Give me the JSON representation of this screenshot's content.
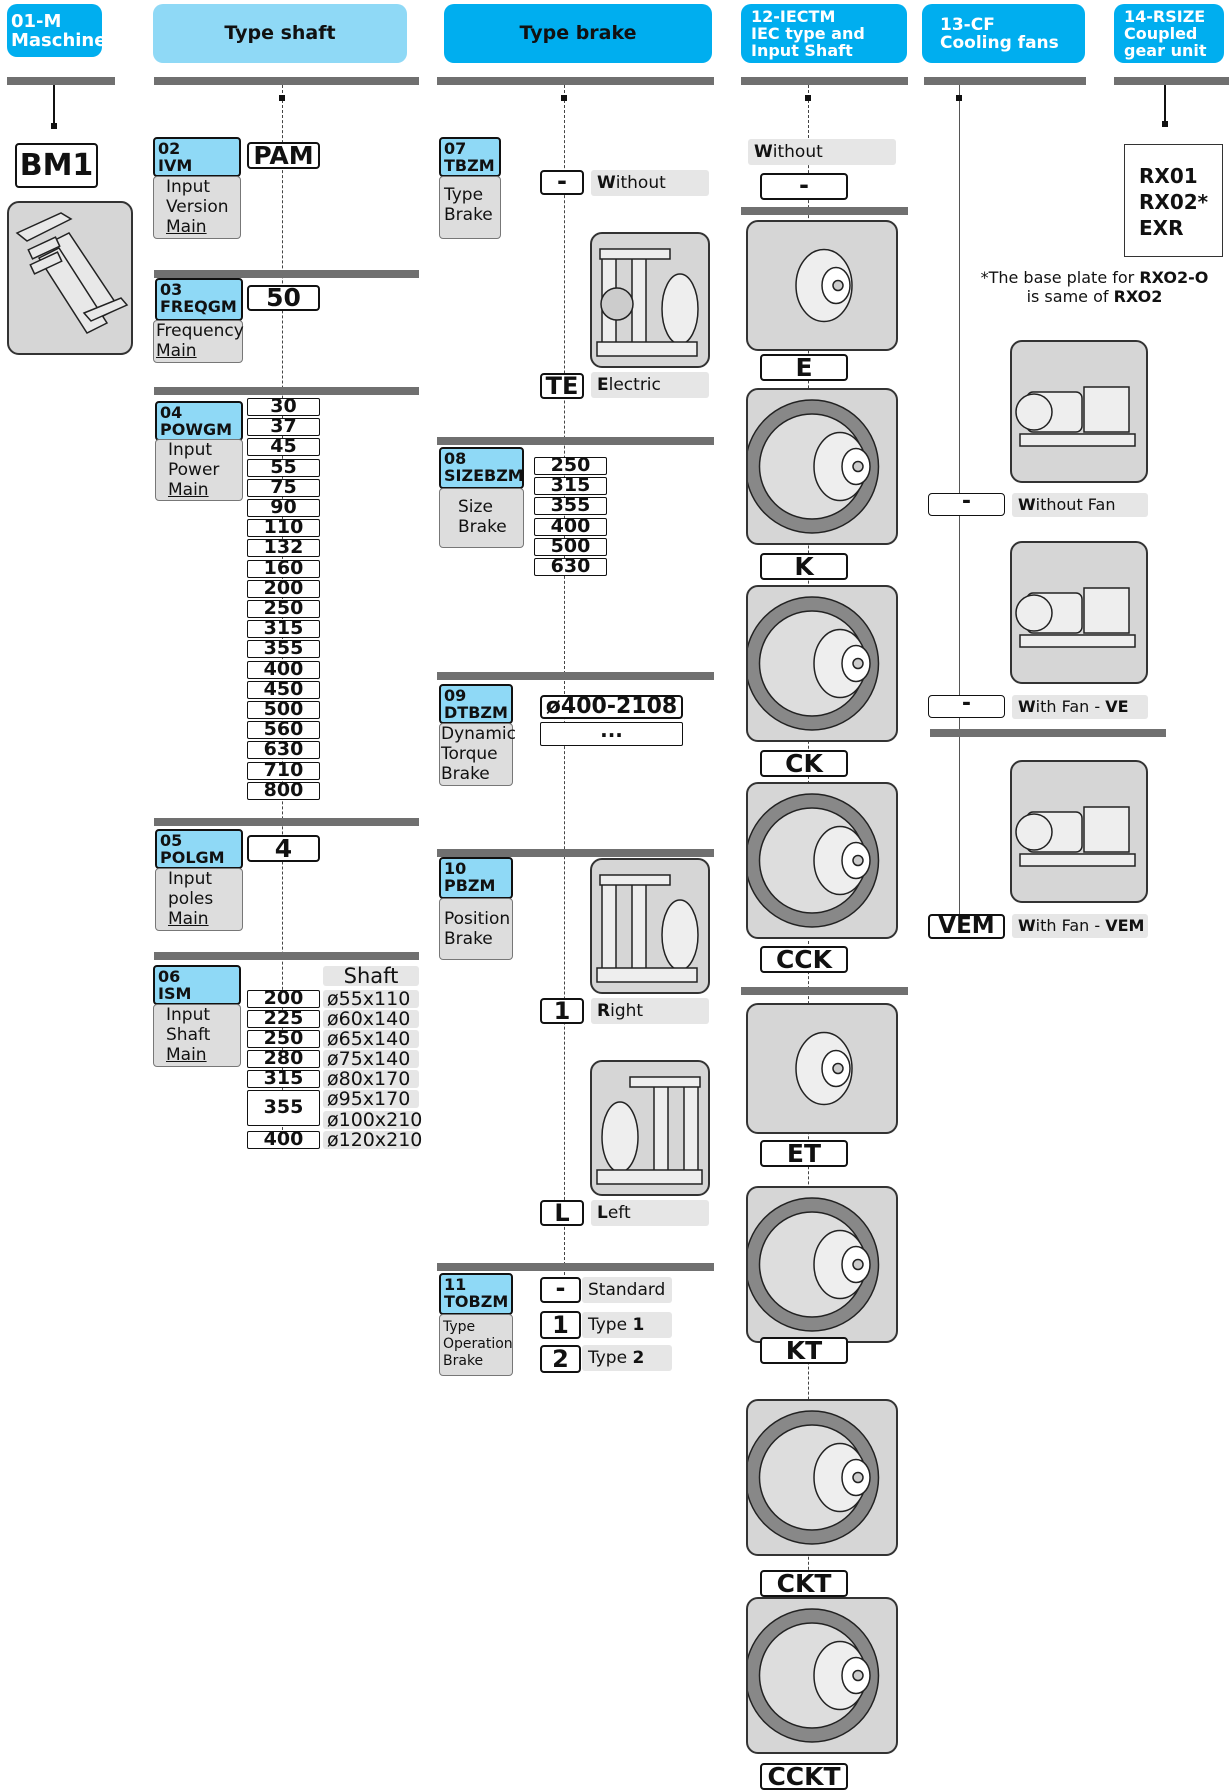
{
  "headers": {
    "col1": {
      "code": "01-M",
      "title": "Maschine"
    },
    "col2": {
      "title": "Type shaft"
    },
    "col3": {
      "title": "Type brake"
    },
    "col4": {
      "code": "12-IECTM",
      "title_line1": "IEC type and",
      "title_line2": "Input Shaft"
    },
    "col5": {
      "code": "13-CF",
      "title": "Cooling fans"
    },
    "col6": {
      "code": "14-RSIZE",
      "title_line1": "Coupled",
      "title_line2": "gear unit"
    }
  },
  "col1": {
    "machine_value": "BM1"
  },
  "col2": {
    "ivm": {
      "code_line1": "02",
      "code_line2": "IVM",
      "label_line1": "Input",
      "label_line2": "Version",
      "label_line3": "Main",
      "value": "PAM"
    },
    "freqgm": {
      "code_line1": "03",
      "code_line2": "FREQGM",
      "label_line1": "Frequency",
      "label_line2": "Main",
      "value": "50"
    },
    "powgm": {
      "code_line1": "04",
      "code_line2": "POWGM",
      "label_line1": "Input",
      "label_line2": "Power",
      "label_line3": "Main",
      "values": [
        "30",
        "37",
        "45",
        "55",
        "75",
        "90",
        "110",
        "132",
        "160",
        "200",
        "250",
        "315",
        "355",
        "400",
        "450",
        "500",
        "560",
        "630",
        "710",
        "800"
      ]
    },
    "polgm": {
      "code_line1": "05",
      "code_line2": "POLGM",
      "label_line1": "Input",
      "label_line2": "poles",
      "label_line3": "Main",
      "value": "4"
    },
    "ism": {
      "code_line1": "06",
      "code_line2": "ISM",
      "label_line1": "Input",
      "label_line2": "Shaft",
      "label_line3": "Main",
      "shaft_header": "Shaft",
      "rows": [
        {
          "size": "200",
          "shaft": "ø55x110"
        },
        {
          "size": "225",
          "shaft": "ø60x140"
        },
        {
          "size": "250",
          "shaft": "ø65x140"
        },
        {
          "size": "280",
          "shaft": "ø75x140"
        },
        {
          "size": "315",
          "shaft": "ø80x170"
        },
        {
          "size": "355",
          "shaft": "ø95x170"
        },
        {
          "size": "",
          "shaft": "ø100x210"
        },
        {
          "size": "400",
          "shaft": "ø120x210"
        }
      ]
    }
  },
  "col3": {
    "tbzm": {
      "code_line1": "07",
      "code_line2": "TBZM",
      "label_line1": "Type",
      "label_line2": "Brake",
      "opt_without_value": "-",
      "opt_without_bold": "W",
      "opt_without_rest": "ithout",
      "opt_electric_value": "TE",
      "opt_electric_bold": "E",
      "opt_electric_rest": "lectric"
    },
    "sizebzm": {
      "code_line1": "08",
      "code_line2": "SIZEBZM",
      "label_line1": "Size",
      "label_line2": "Brake",
      "values": [
        "250",
        "315",
        "355",
        "400",
        "500",
        "630"
      ]
    },
    "dtbzm": {
      "code_line1": "09",
      "code_line2": "DTBZM",
      "label_line1": "Dynamic",
      "label_line2": "Torque",
      "label_line3": "Brake",
      "value1": "ø400-2108",
      "value2": "..."
    },
    "pbzm": {
      "code_line1": "10",
      "code_line2": "PBZM",
      "label_line1": "Position",
      "label_line2": "Brake",
      "opt_right_value": "1",
      "opt_right_bold": "R",
      "opt_right_rest": "ight",
      "opt_left_value": "L",
      "opt_left_bold": "L",
      "opt_left_rest": "eft"
    },
    "tobzm": {
      "code_line1": "11",
      "code_line2": "TOBZM",
      "label_line1": "Type",
      "label_line2": "Operation",
      "label_line3": "Brake",
      "opt1_value": "-",
      "opt1_text": "Standard",
      "opt2_value": "1",
      "opt2_text": "Type ",
      "opt2_bold": "1",
      "opt3_value": "2",
      "opt3_text": "Type ",
      "opt3_bold": "2"
    }
  },
  "col4": {
    "without_bold": "W",
    "without_rest": "ithout",
    "without_value": "-",
    "options": [
      "E",
      "K",
      "CK",
      "CCK",
      "ET",
      "KT",
      "CKT",
      "CCKT"
    ]
  },
  "col5": {
    "opt1_value": "-",
    "opt1_bold": "W",
    "opt1_rest": "ithout Fan",
    "opt2_value": "-",
    "opt2_bold": "W",
    "opt2_rest": "ith Fan - ",
    "opt2_code": "VE",
    "opt3_value": "VEM",
    "opt3_bold": "W",
    "opt3_rest": "ith Fan - ",
    "opt3_code": "VEM"
  },
  "col6": {
    "values": [
      "RX01",
      "RX02*",
      "EXR"
    ],
    "note_prefix": "*The base plate for ",
    "note_code": "RXO2-O",
    "note_mid": "is same of ",
    "note_code2": "RXO2"
  }
}
